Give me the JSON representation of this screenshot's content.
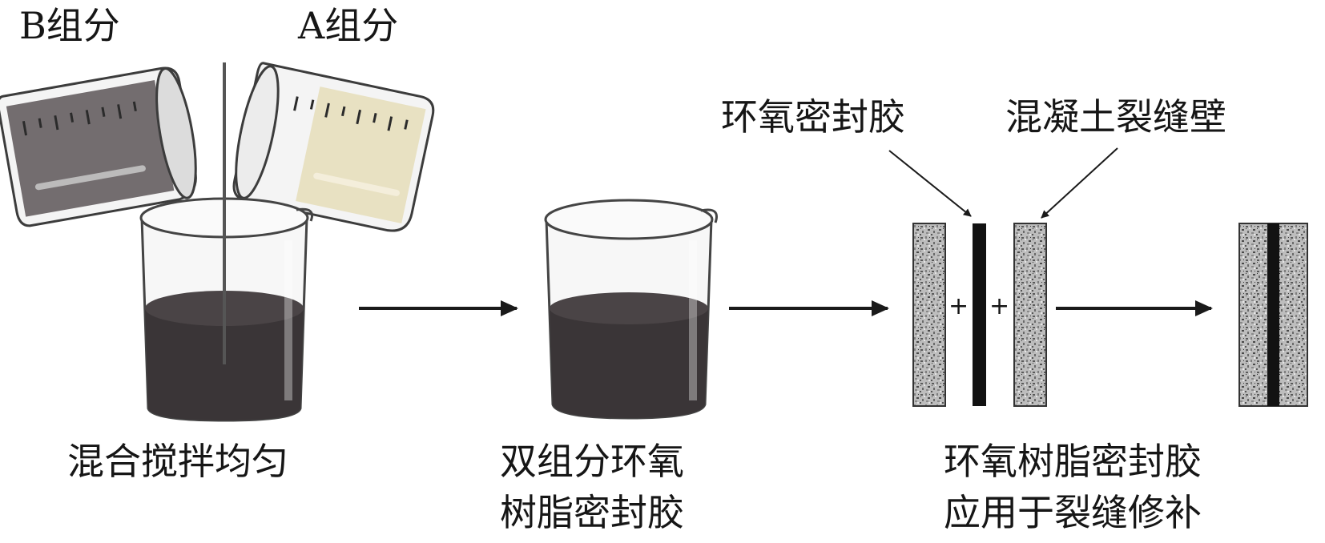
{
  "labels": {
    "component_b": "B组分",
    "component_a": "A组分",
    "epoxy_sealant": "环氧密封胶",
    "crack_wall": "混凝土裂缝壁",
    "plus_sign": "+"
  },
  "steps": [
    {
      "caption_lines": [
        "混合搅拌均匀"
      ]
    },
    {
      "caption_lines": [
        "双组分环氧",
        "树脂密封胶"
      ]
    },
    {
      "caption_lines": [
        "环氧树脂密封胶",
        "应用于裂缝修补"
      ]
    }
  ],
  "colors": {
    "liquid_dark": "#3a3537",
    "component_b_liquid": "#6b6567",
    "component_a_liquid": "#e7dfbf",
    "glass_outline": "#4a4a4a",
    "arrow": "#1a1a1a",
    "concrete_base": "#b9b9b9",
    "sealant_strip": "#121212"
  },
  "icons": {
    "beaker": "beaker-icon",
    "stirring_rod": "stirring-rod-icon",
    "concrete_block": "concrete-block-icon",
    "arrow": "right-arrow-icon"
  }
}
